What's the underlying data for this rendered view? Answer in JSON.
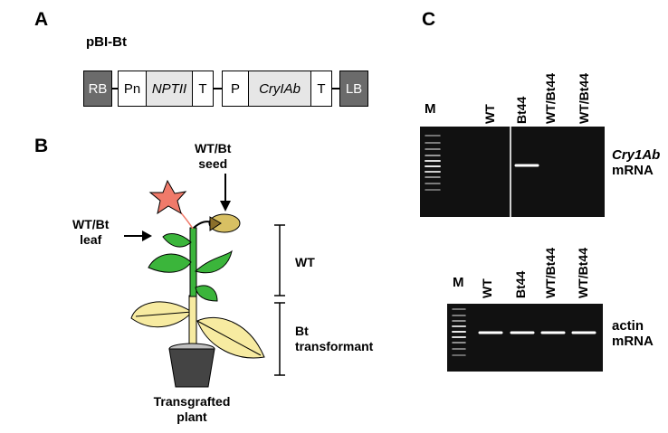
{
  "panels": {
    "A": "A",
    "B": "B",
    "C": "C"
  },
  "construct": {
    "title": "pBI-Bt",
    "elements": [
      "RB",
      "Pn",
      "NPTII",
      "T",
      "P",
      "CryIAb",
      "T",
      "LB"
    ]
  },
  "plant": {
    "seed_label_line1": "WT/Bt",
    "seed_label_line2": "seed",
    "leaf_label_line1": "WT/Bt",
    "leaf_label_line2": "leaf",
    "wt_label": "WT",
    "bt_label_line1": "Bt",
    "bt_label_line2": "transformant",
    "caption_line1": "Transgrafted",
    "caption_line2": "plant"
  },
  "gel_top": {
    "marker": "M",
    "lanes": [
      "WT",
      "Bt44",
      "WT/Bt44",
      "WT/Bt44"
    ],
    "target_line1": "Cry1Ab",
    "target_line2": "mRNA"
  },
  "gel_bottom": {
    "marker": "M",
    "lanes": [
      "WT",
      "Bt44",
      "WT/Bt44",
      "WT/Bt44"
    ],
    "target_line1": "actin",
    "target_line2": "mRNA"
  },
  "colors": {
    "flower": "#f07a6a",
    "green_leaf": "#3bb53b",
    "yellow_leaf": "#f7eba1",
    "pot": "#444444",
    "seed": "#d8c063"
  }
}
